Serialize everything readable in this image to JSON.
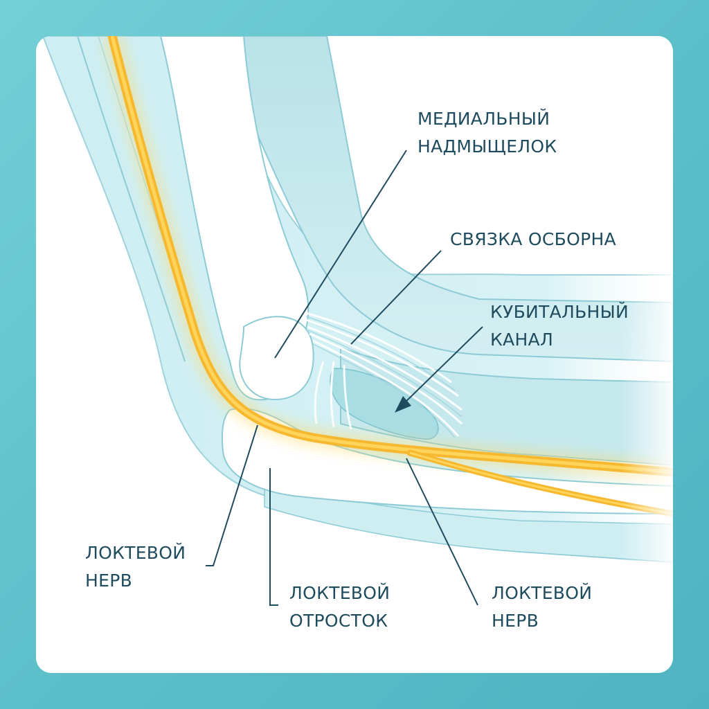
{
  "colors": {
    "background": "#5dbfca",
    "card": "#ffffff",
    "nerve": "#f5b82e",
    "tissue": "#cfeef2",
    "tissue_stroke": "#8ccbd5",
    "canal": "#a8dde4",
    "text": "#1f4b5e"
  },
  "labels": {
    "medial_epicondyle": {
      "line1": "МЕДИАЛЬНЫЙ",
      "line2": "НАДМЫЩЕЛОК"
    },
    "osborne_ligament": {
      "line1": "СВЯЗКА ОСБОРНА"
    },
    "cubital_tunnel": {
      "line1": "КУБИТАЛЬНЫЙ",
      "line2": "КАНАЛ"
    },
    "ulnar_nerve_left": {
      "line1": "ЛОКТЕВОЙ",
      "line2": "НЕРВ"
    },
    "olecranon": {
      "line1": "ЛОКТЕВОЙ",
      "line2": "ОТРОСТОК"
    },
    "ulnar_nerve_right": {
      "line1": "ЛОКТЕВОЙ",
      "line2": "НЕРВ"
    }
  }
}
